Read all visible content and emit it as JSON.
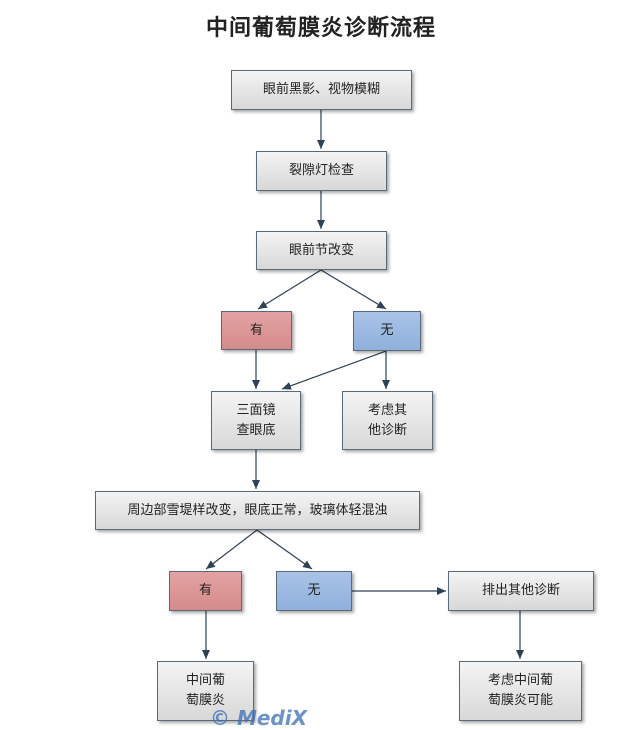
{
  "title": "中间葡萄膜炎诊断流程",
  "nodes": {
    "symptoms": "眼前黑影、视物模糊",
    "slit_lamp": "裂隙灯检查",
    "anterior_change": "眼前节改变",
    "anterior_yes": "有",
    "anterior_no": "无",
    "three_mirror": "三面镜\n查眼底",
    "consider_other_1": "考虑其\n他诊断",
    "peripheral_findings": "周边部雪堤样改变，眼底正常，玻璃体轻混浊",
    "findings_yes": "有",
    "findings_no": "无",
    "exclude_other": "排出其他诊断",
    "diagnosis_intermediate_uveitis": "中间葡\n萄膜炎",
    "consider_intermediate_uveitis": "考虑中间葡\n萄膜炎可能"
  },
  "watermark": "© MediX",
  "colors": {
    "edge": "#2f4156",
    "yes_fill": "#d88f8f",
    "no_fill": "#94b3dd"
  }
}
